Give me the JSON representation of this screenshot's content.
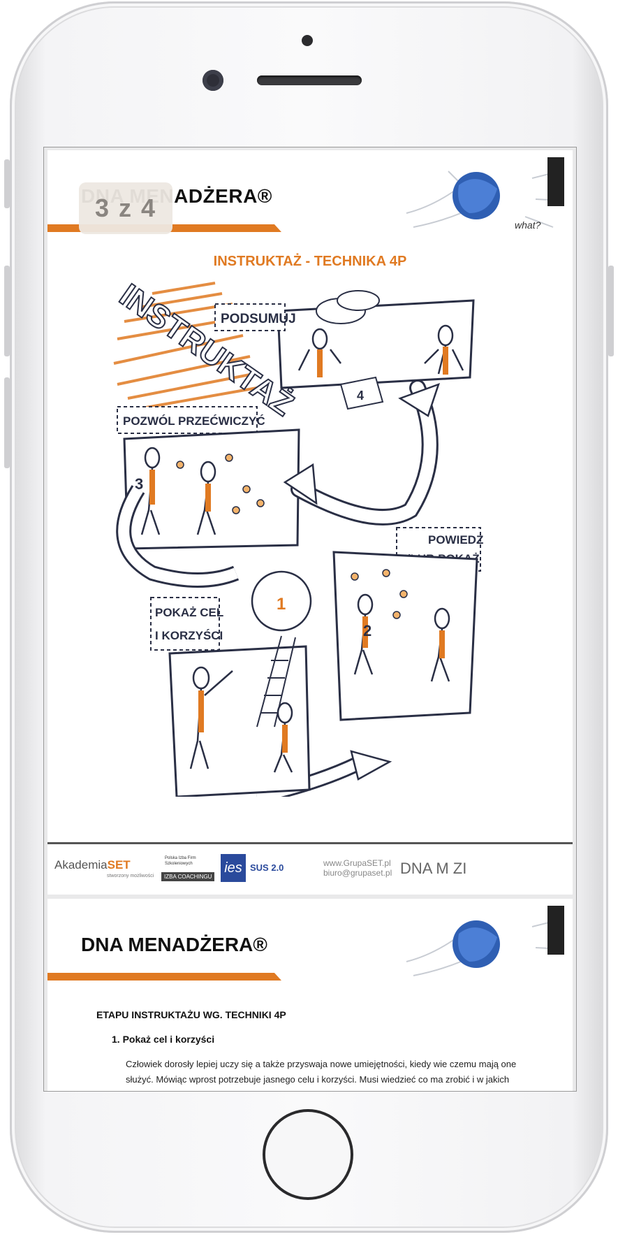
{
  "pager": {
    "label": "3 z 4"
  },
  "page1": {
    "header_title": "DNA MENADŻERA®",
    "section_title": "INSTRUKTAŻ - TECHNIKA 4P",
    "sketch": {
      "big_word": "INSTRUKTAŻ",
      "step_podsumuj": "PODSUMUJ",
      "step_pozwol": "POZWÓL PRZEĆWICZYĆ",
      "step_powiedz_1": "POWIEDZ",
      "step_powiedz_2": "I/LUB POKAŻ",
      "step_pokaz_1": "POKAŻ CEL",
      "step_pokaz_2": "I KORZYŚCI",
      "num_1": "1",
      "num_2": "2",
      "num_3": "3",
      "num_4": "4"
    },
    "footer": {
      "akademia_1": "Akademia",
      "akademia_2": "SET",
      "akademia_sub": "stworzony możliwości",
      "izba": "Polska Izba Firm Szkoleniowych",
      "izba_coach": "IZBA COACHINGU",
      "ies": "ies",
      "sus": "SUS 2.0",
      "website": "www.GrupaSET.pl",
      "email": "biuro@grupaset.pl",
      "dna": "DNA M ZI"
    }
  },
  "page2": {
    "header_title": "DNA MENADŻERA®",
    "heading": "ETAPU INSTRUKTAŻU WG. TECHNIKI 4P",
    "item": "1.  Pokaż cel i korzyści",
    "body": "Człowiek dorosły lepiej uczy się a także przyswaja nowe umiejętności, kiedy wie czemu mają one służyć. Mówiąc wprost potrzebuje jasnego celu i korzyści. Musi wiedzieć co ma zrobić i w jakich sytuacjach."
  },
  "colors": {
    "accent": "#e07a22",
    "ink": "#2a2f45"
  }
}
